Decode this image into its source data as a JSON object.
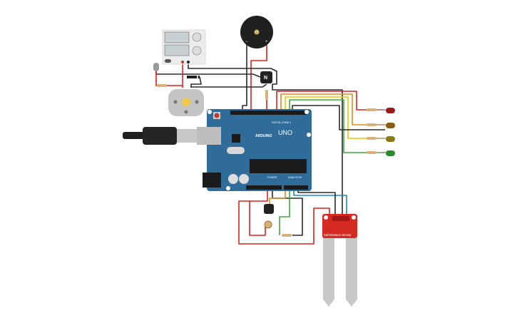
{
  "board": {
    "logo": "ARDUINO",
    "model": "UNO",
    "digital_label": "DIGITAL (PWM~)",
    "power_label": "POWER",
    "analog_label": "ANALOG IN"
  },
  "sensor": {
    "label": "Soil Moisture Sensor"
  },
  "transistor": {
    "label": "N"
  },
  "buzzer": {
    "minus": "−",
    "plus": "+"
  },
  "colors": {
    "board": "#2f6c99",
    "sensor": "#d42a22",
    "wire_red": "#e0201a",
    "wire_black": "#2a2a2a",
    "wire_orange": "#e88a10",
    "wire_yellow": "#e8c800",
    "wire_green": "#3cae3c",
    "wire_blue": "#1a8ac8"
  }
}
